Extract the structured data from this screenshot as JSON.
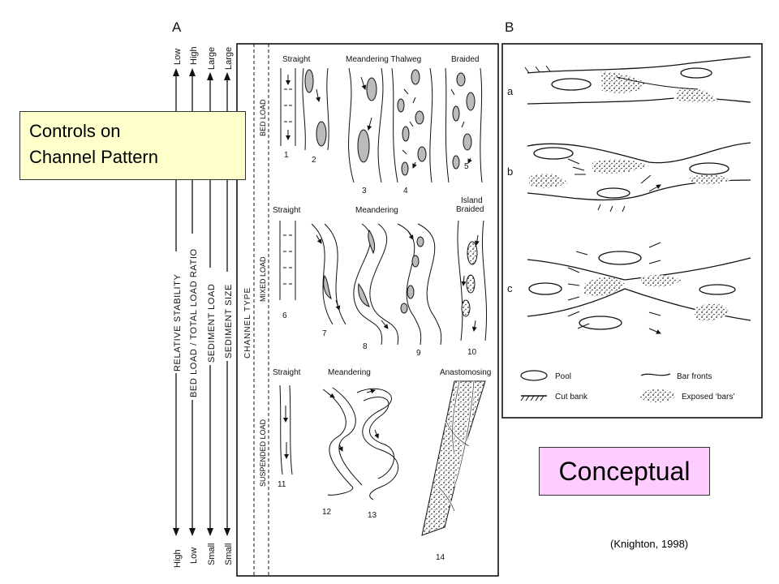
{
  "panel_a": {
    "label": "A",
    "axes": [
      {
        "name": "RELATIVE STABILITY",
        "top": "Low",
        "bottom": "High"
      },
      {
        "name": "BED LOAD / TOTAL LOAD RATIO",
        "top": "High",
        "bottom": "Low"
      },
      {
        "name": "SEDIMENT LOAD",
        "top": "Large",
        "bottom": "Small"
      },
      {
        "name": "SEDIMENT SIZE",
        "top": "Large",
        "bottom": "Small"
      }
    ],
    "channel_type_label": "CHANNEL TYPE",
    "rows": [
      {
        "load": "BED LOAD",
        "headings": [
          "Straight",
          "Meandering Thalweg",
          "Braided"
        ],
        "numbers": [
          "1",
          "2",
          "3",
          "4",
          "5"
        ]
      },
      {
        "load": "MIXED LOAD",
        "headings": [
          "Straight",
          "Meandering",
          "Island Braided"
        ],
        "numbers": [
          "6",
          "7",
          "8",
          "9",
          "10"
        ]
      },
      {
        "load": "SUSPENDED LOAD",
        "headings": [
          "Straight",
          "Meandering",
          "Anastomosing"
        ],
        "numbers": [
          "11",
          "12",
          "13",
          "14"
        ]
      }
    ]
  },
  "panel_b": {
    "label": "B",
    "rows": [
      "a",
      "b",
      "c"
    ],
    "legend": {
      "pool": "Pool",
      "bar_fronts": "Bar fronts",
      "cut_bank": "Cut bank",
      "exposed_bars": "Exposed ‘bars’"
    }
  },
  "callouts": {
    "controls": [
      "Controls on",
      "Channel Pattern"
    ],
    "conceptual": "Conceptual"
  },
  "citation": "(Knighton, 1998)"
}
